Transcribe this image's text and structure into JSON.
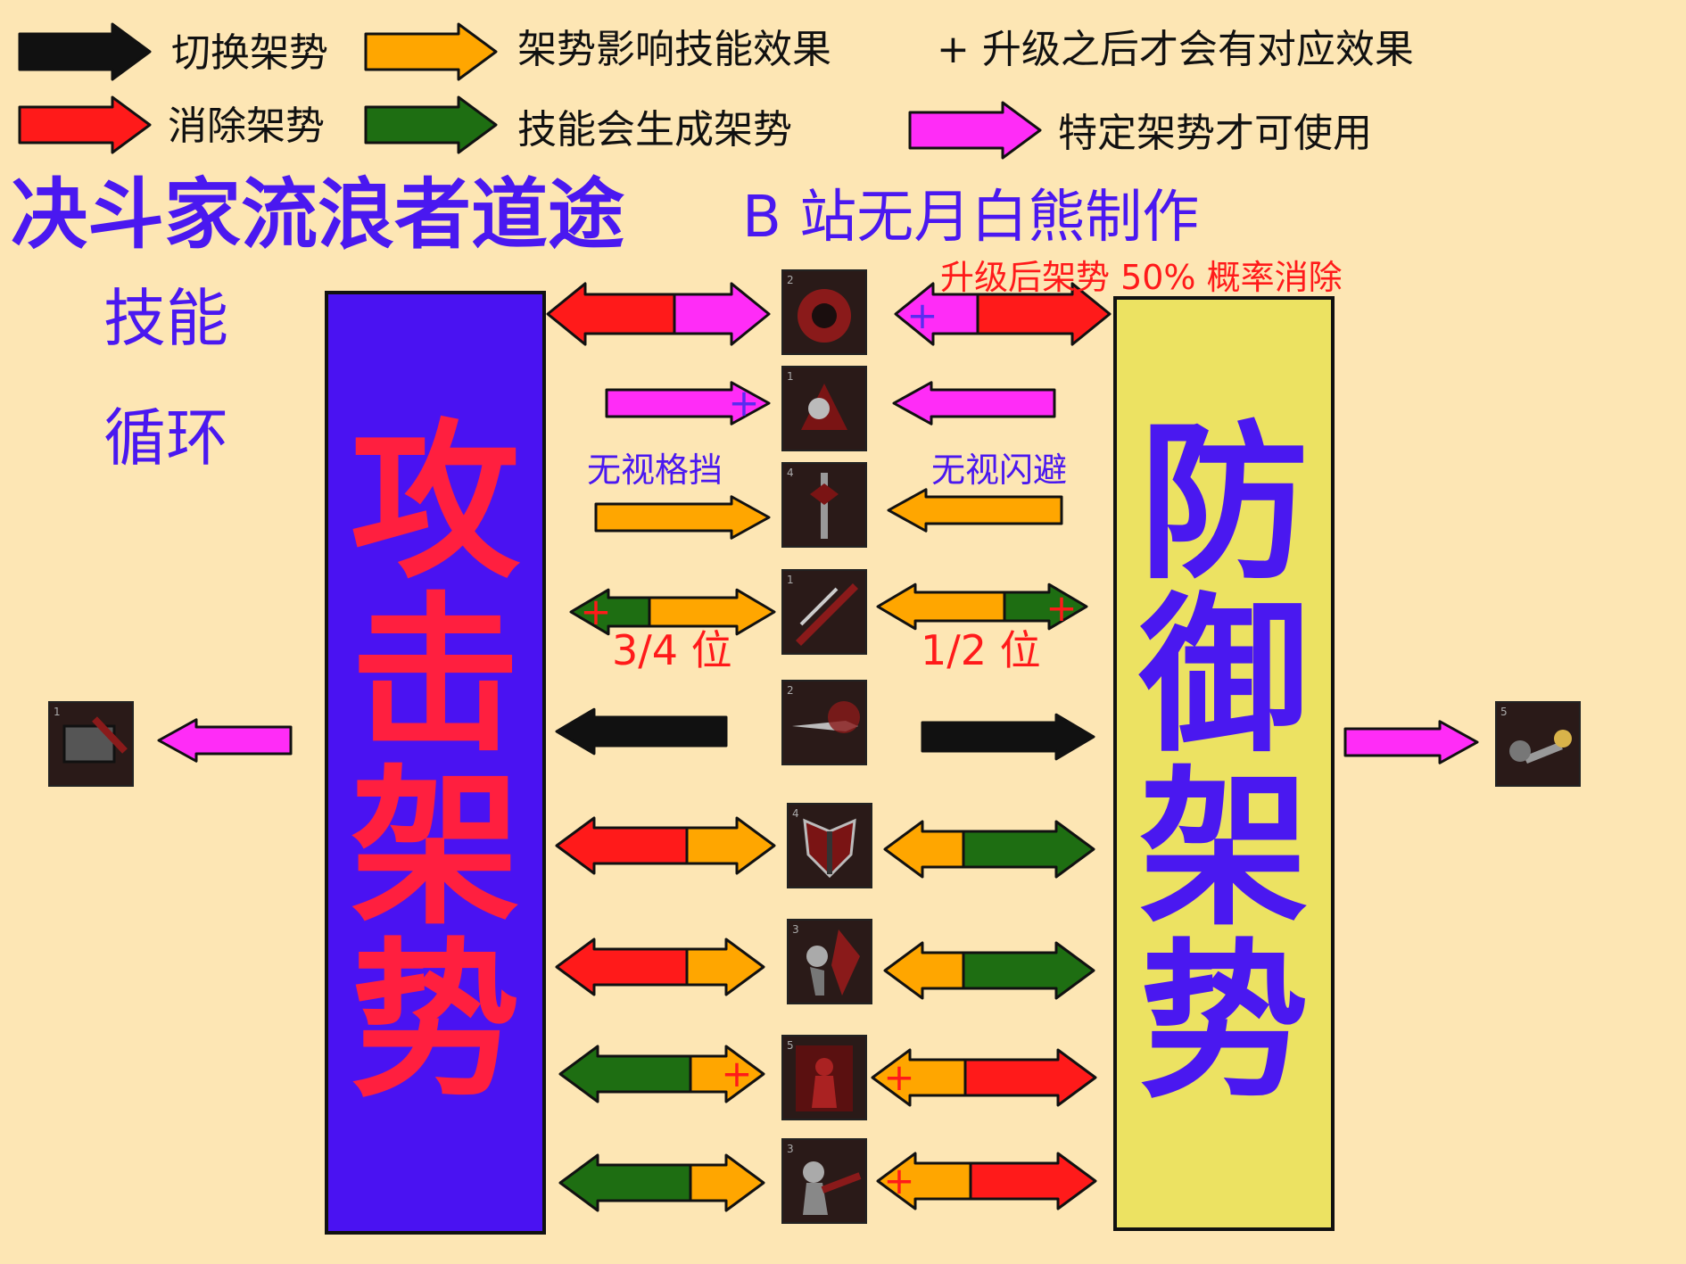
{
  "legend": {
    "switch_stance": "切换架势",
    "stance_affects_effect": "架势影响技能效果",
    "upgrade_note": "+ 升级之后才会有对应效果",
    "remove_stance": "消除架势",
    "skill_generates_stance": "技能会生成架势",
    "specific_stance_only": "特定架势才可使用"
  },
  "title": "决斗家流浪者道途",
  "subtitle": "B 站无月白熊制作",
  "side_label": {
    "line1": "技能",
    "line2": "循环"
  },
  "attack_stance": {
    "chars": [
      "攻",
      "击",
      "架",
      "势"
    ]
  },
  "defense_stance": {
    "chars": [
      "防",
      "御",
      "架",
      "势"
    ]
  },
  "notes": {
    "upgrade_50": "升级后架势 50% 概率消除",
    "ignore_block": "无视格挡",
    "ignore_dodge": "无视闪避",
    "pos_34": "3/4 位",
    "pos_12": "1/2 位"
  },
  "skill_icons": {
    "rank_labels": [
      "2",
      "1",
      "4",
      "1",
      "2",
      "4",
      "3",
      "5",
      "3"
    ],
    "left_extra_rank": "1",
    "right_extra_rank": "5"
  },
  "colors": {
    "background": "#fde6b4",
    "attack_box": "#4a12f2",
    "attack_text": "#ff1f3f",
    "defense_box": "#ece262",
    "defense_text": "#4a18f0",
    "black": "#111111",
    "red": "#ff1a1a",
    "orange": "#ffa600",
    "green": "#1e6e12",
    "magenta": "#ff2cf7",
    "plus_purple": "#5a2cf0",
    "plus_red": "#ff1a1a"
  }
}
